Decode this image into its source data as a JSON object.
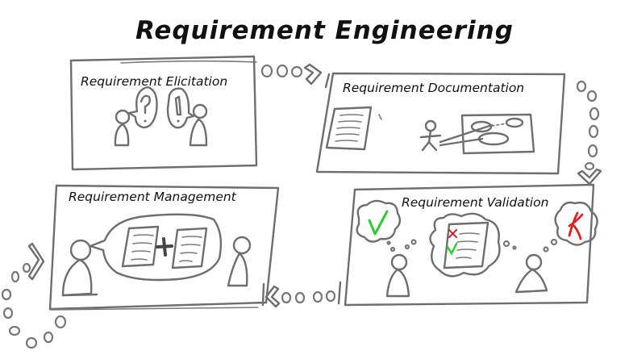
{
  "title": "Requirement Engineering",
  "stages": [
    {
      "id": "elicitation",
      "label": "Requirement Elicitation",
      "icons": [
        "person-icon",
        "question-bubble-icon",
        "exclamation-bubble-icon",
        "person-icon"
      ]
    },
    {
      "id": "documentation",
      "label": "Requirement Documentation",
      "icons": [
        "document-icon",
        "stick-figure-icon",
        "use-case-diagram-icon"
      ]
    },
    {
      "id": "validation",
      "label": "Requirement Validation",
      "icons": [
        "approve-thought-icon",
        "checklist-thought-icon",
        "reject-thought-icon",
        "person-icon",
        "person-icon"
      ]
    },
    {
      "id": "management",
      "label": "Requirement Management",
      "icons": [
        "person-icon",
        "merge-documents-bubble-icon",
        "person-icon"
      ]
    }
  ],
  "flow": [
    "elicitation",
    "documentation",
    "validation",
    "management",
    "elicitation"
  ],
  "colors": {
    "ink": "#6e6e6e",
    "text": "#111111",
    "approve": "#2ecc2e",
    "reject": "#e02020"
  }
}
